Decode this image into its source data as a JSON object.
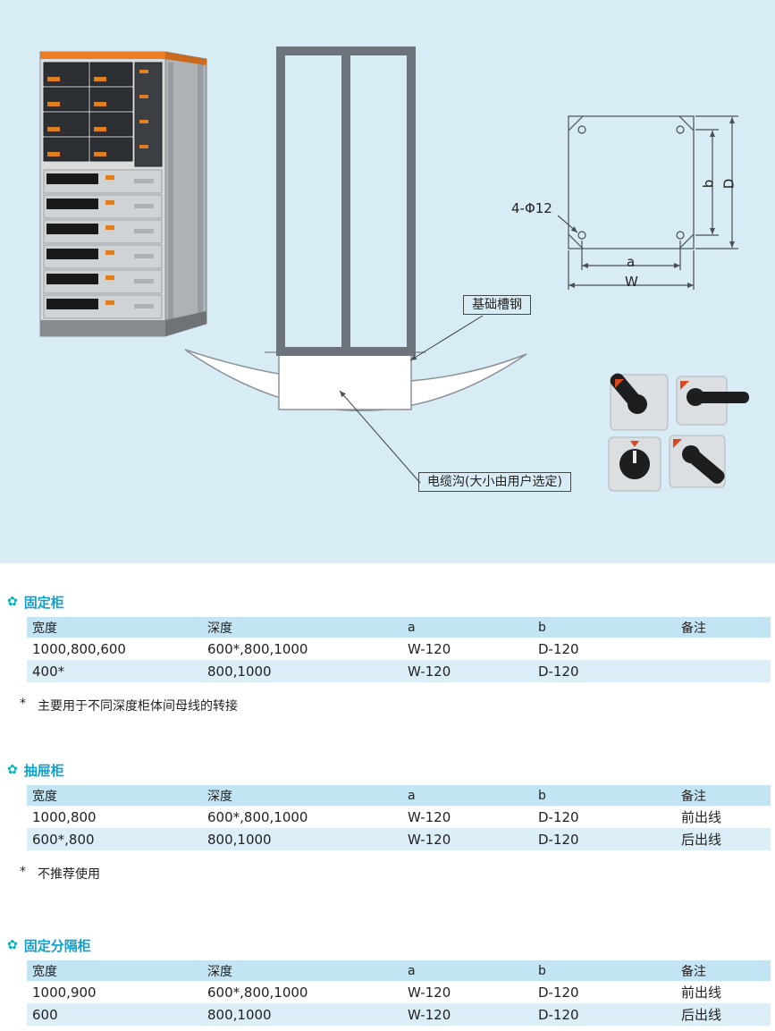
{
  "page": {
    "background_top": "#d8ecf6",
    "accent": "#0aa3cf",
    "section_icon": "✿"
  },
  "diagram": {
    "foundation_label": "基础槽钢",
    "cable_trench_label": "电缆沟(大小由用户选定)",
    "holes_label": "4-Φ12",
    "dim_a": "a",
    "dim_w": "W",
    "dim_b": "b",
    "dim_d": "D"
  },
  "sections": [
    {
      "title": "固定柜",
      "headers": [
        "宽度",
        "深度",
        "a",
        "b",
        "备注"
      ],
      "rows": [
        [
          "1000,800,600",
          "600*,800,1000",
          "W-120",
          "D-120",
          ""
        ],
        [
          "400*",
          "800,1000",
          "W-120",
          "D-120",
          ""
        ]
      ],
      "footnote_star": "*",
      "footnote": "主要用于不同深度柜体间母线的转接"
    },
    {
      "title": "抽屉柜",
      "headers": [
        "宽度",
        "深度",
        "a",
        "b",
        "备注"
      ],
      "rows": [
        [
          "1000,800",
          "600*,800,1000",
          "W-120",
          "D-120",
          "前出线"
        ],
        [
          "600*,800",
          "800,1000",
          "W-120",
          "D-120",
          "后出线"
        ]
      ],
      "footnote_star": "*",
      "footnote": "不推荐使用"
    },
    {
      "title": "固定分隔柜",
      "headers": [
        "宽度",
        "深度",
        "a",
        "b",
        "备注"
      ],
      "rows": [
        [
          "1000,900",
          "600*,800,1000",
          "W-120",
          "D-120",
          "前出线"
        ],
        [
          "600",
          "800,1000",
          "W-120",
          "D-120",
          "后出线"
        ]
      ],
      "footnote_star": "",
      "footnote": ""
    }
  ]
}
